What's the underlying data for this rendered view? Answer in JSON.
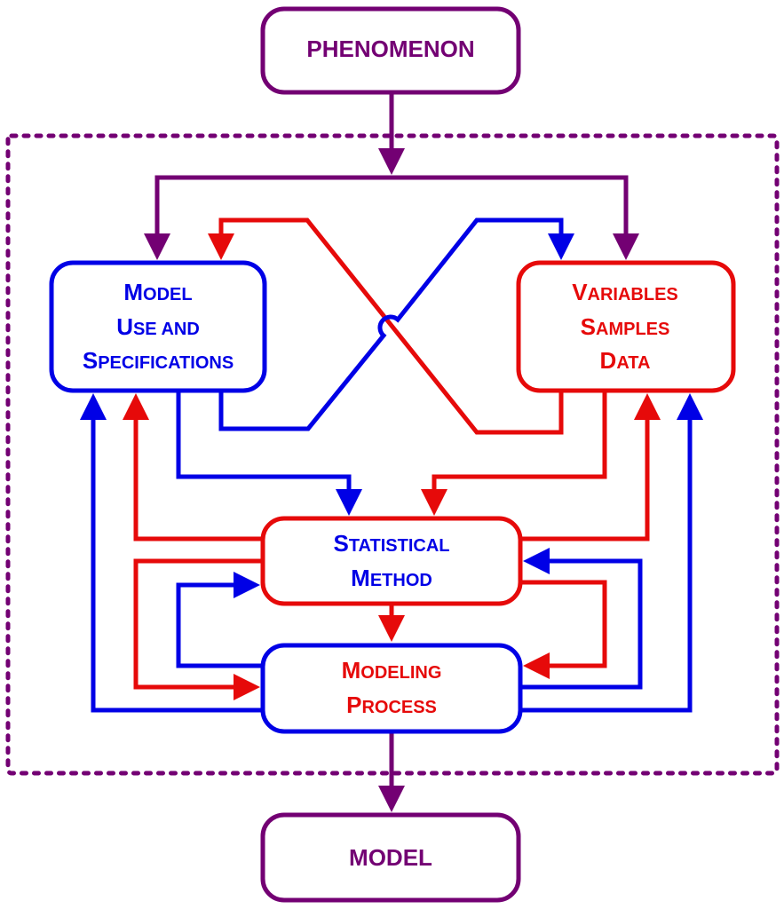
{
  "colors": {
    "purple": "#730073",
    "blue": "#0000e6",
    "red": "#e60a0a"
  },
  "nodes": {
    "phenomenon": {
      "lines": [
        [
          "PHENOMENON",
          ""
        ]
      ]
    },
    "model_use": {
      "lines": [
        [
          "M",
          "ODEL"
        ],
        [
          "U",
          "SE AND"
        ],
        [
          "S",
          "PECIFICATIONS"
        ]
      ]
    },
    "variables": {
      "lines": [
        [
          "V",
          "ARIABLES"
        ],
        [
          "S",
          "AMPLES"
        ],
        [
          "D",
          "ATA"
        ]
      ]
    },
    "statistical": {
      "lines": [
        [
          "S",
          "TATISTICAL"
        ],
        [
          "M",
          "ETHOD"
        ]
      ]
    },
    "modeling": {
      "lines": [
        [
          "M",
          "ODELING"
        ],
        [
          "P",
          "ROCESS"
        ]
      ]
    },
    "model": {
      "lines": [
        [
          "MODEL",
          ""
        ]
      ]
    }
  },
  "edges": [
    {
      "from": "phenomenon",
      "to": "model_use",
      "color": "purple"
    },
    {
      "from": "phenomenon",
      "to": "variables",
      "color": "purple"
    },
    {
      "from": "variables",
      "to": "model_use",
      "color": "red"
    },
    {
      "from": "model_use",
      "to": "variables",
      "color": "blue"
    },
    {
      "from": "model_use",
      "to": "statistical",
      "color": "blue"
    },
    {
      "from": "variables",
      "to": "statistical",
      "color": "red"
    },
    {
      "from": "statistical",
      "to": "model_use",
      "color": "red"
    },
    {
      "from": "statistical",
      "to": "variables",
      "color": "red"
    },
    {
      "from": "statistical",
      "to": "modeling",
      "color": "red"
    },
    {
      "from": "modeling",
      "to": "statistical",
      "color": "blue"
    },
    {
      "from": "modeling",
      "to": "model_use",
      "color": "blue"
    },
    {
      "from": "modeling",
      "to": "variables",
      "color": "blue"
    },
    {
      "from": "modeling",
      "to": "model",
      "color": "purple"
    }
  ]
}
